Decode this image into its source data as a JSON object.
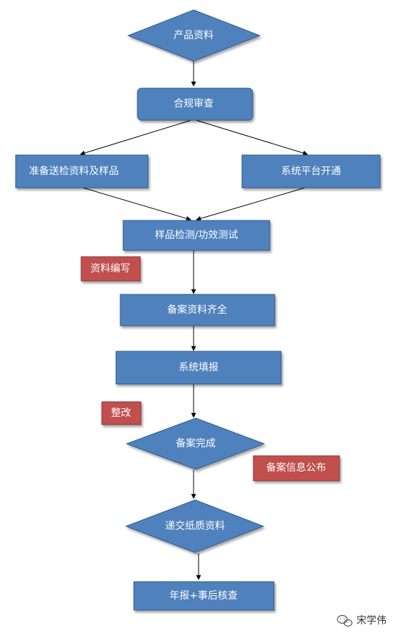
{
  "colors": {
    "node_fill": "#4f81bd",
    "node_border": "#2f5b8e",
    "note_fill": "#c0504d",
    "note_border": "#943634",
    "arrow": "#000000"
  },
  "nodes": {
    "product_info": "产品资料",
    "compliance_review": "合规审查",
    "prepare_samples": "准备送检资料及样品",
    "open_system": "系统平台开通",
    "sample_testing": "样品检测/功效测试",
    "filing_complete_docs": "备案资料齐全",
    "system_fill": "系统填报",
    "filing_done": "备案完成",
    "submit_paper": "递交纸质资料",
    "annual_report": "年报+事后核查"
  },
  "notes": {
    "doc_writing": "资料编写",
    "rectify": "整改",
    "publish": "备案信息公布"
  },
  "watermark": {
    "icon": "wechat-icon",
    "author": "宋学伟"
  }
}
